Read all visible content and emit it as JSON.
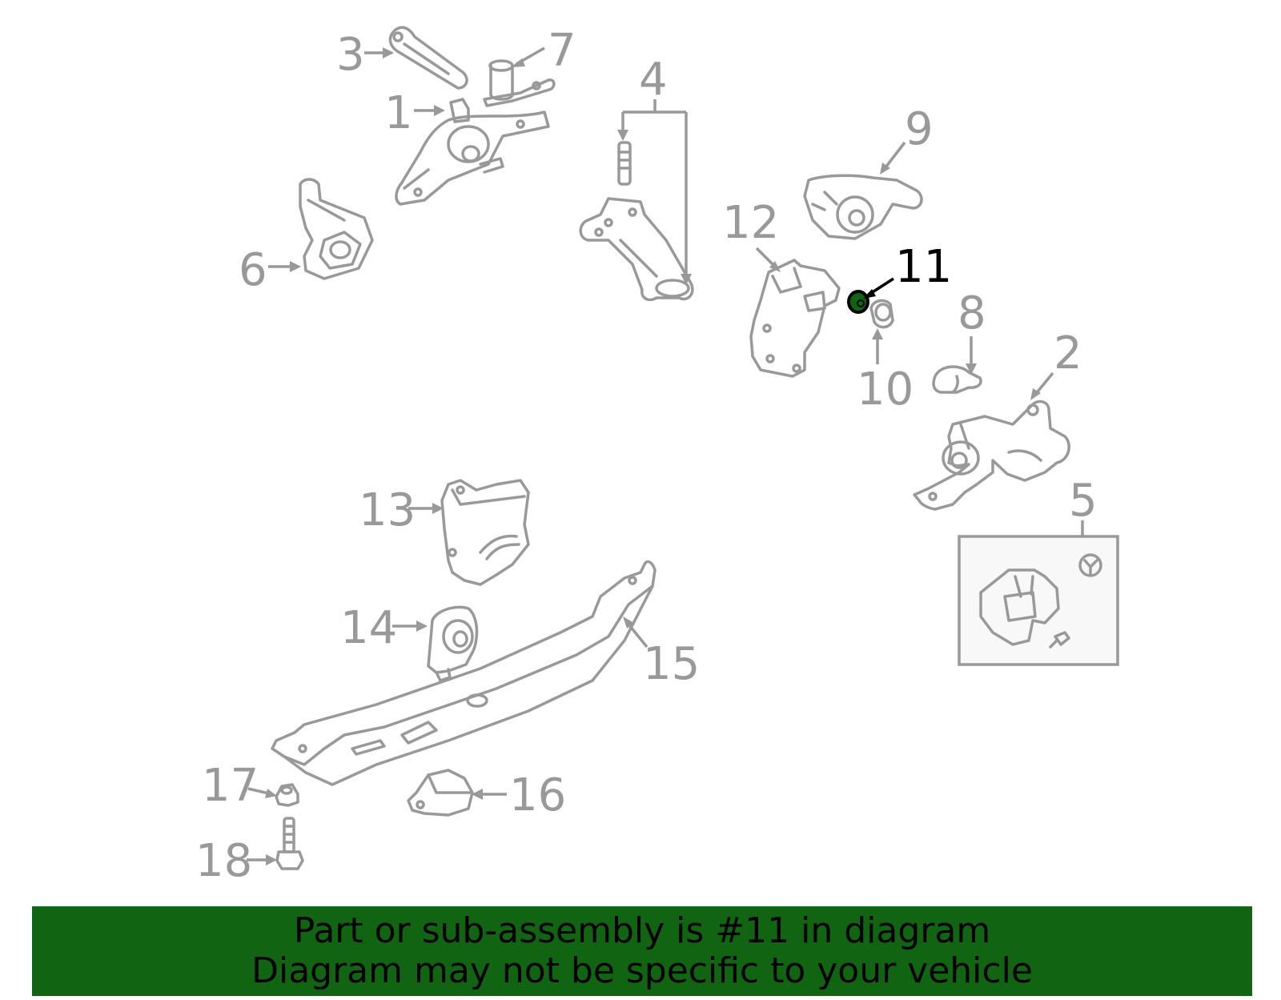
{
  "callouts": {
    "c1": "1",
    "c2": "2",
    "c3": "3",
    "c4": "4",
    "c5": "5",
    "c6": "6",
    "c7": "7",
    "c8": "8",
    "c9": "9",
    "c10": "10",
    "c11": "11",
    "c12": "12",
    "c13": "13",
    "c14": "14",
    "c15": "15",
    "c16": "16",
    "c17": "17",
    "c18": "18"
  },
  "highlighted_part": "11",
  "colors": {
    "line_gray": "#999999",
    "highlight": "#000000",
    "part_fill_highlight": "#116411",
    "banner_bg": "#116411",
    "banner_text": "#000000"
  },
  "footer": {
    "line1": "Part or sub-assembly is #11 in diagram",
    "line2": "Diagram may not be specific to your vehicle"
  }
}
